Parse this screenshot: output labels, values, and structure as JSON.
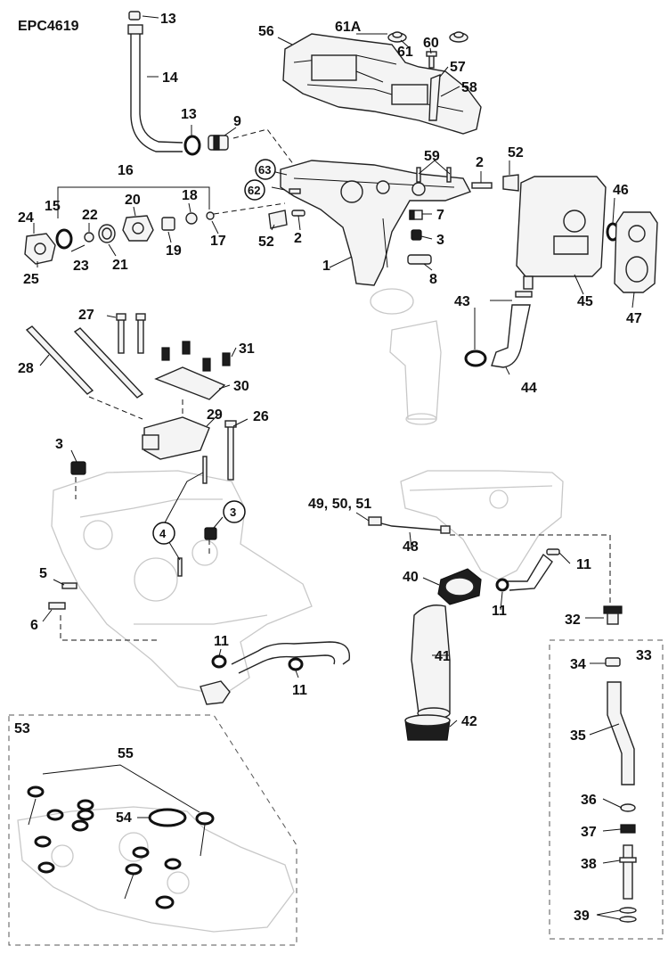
{
  "diagram_id": "EPC4619",
  "callouts": {
    "c1": "1",
    "c2a": "2",
    "c2b": "2",
    "c3a": "3",
    "c3b": "3",
    "c3c": "3",
    "c4": "4",
    "c5": "5",
    "c6": "6",
    "c7": "7",
    "c8": "8",
    "c9": "9",
    "c11a": "11",
    "c11b": "11",
    "c11c": "11",
    "c11d": "11",
    "c13a": "13",
    "c13b": "13",
    "c14": "14",
    "c15": "15",
    "c16": "16",
    "c17": "17",
    "c18": "18",
    "c19": "19",
    "c20": "20",
    "c21": "21",
    "c22": "22",
    "c23": "23",
    "c24": "24",
    "c25": "25",
    "c26": "26",
    "c27": "27",
    "c28": "28",
    "c29": "29",
    "c30": "30",
    "c31": "31",
    "c32": "32",
    "c33": "33",
    "c34": "34",
    "c35": "35",
    "c36": "36",
    "c37": "37",
    "c38": "38",
    "c39": "39",
    "c40": "40",
    "c41": "41",
    "c42": "42",
    "c43": "43",
    "c44": "44",
    "c45": "45",
    "c46": "46",
    "c47": "47",
    "c48": "48",
    "c495051": "49, 50, 51",
    "c52a": "52",
    "c52b": "52",
    "c53": "53",
    "c54": "54",
    "c55": "55",
    "c56": "56",
    "c57": "57",
    "c58": "58",
    "c59": "59",
    "c60": "60",
    "c61": "61",
    "c61a": "61A",
    "c62": "62",
    "c63": "63"
  }
}
